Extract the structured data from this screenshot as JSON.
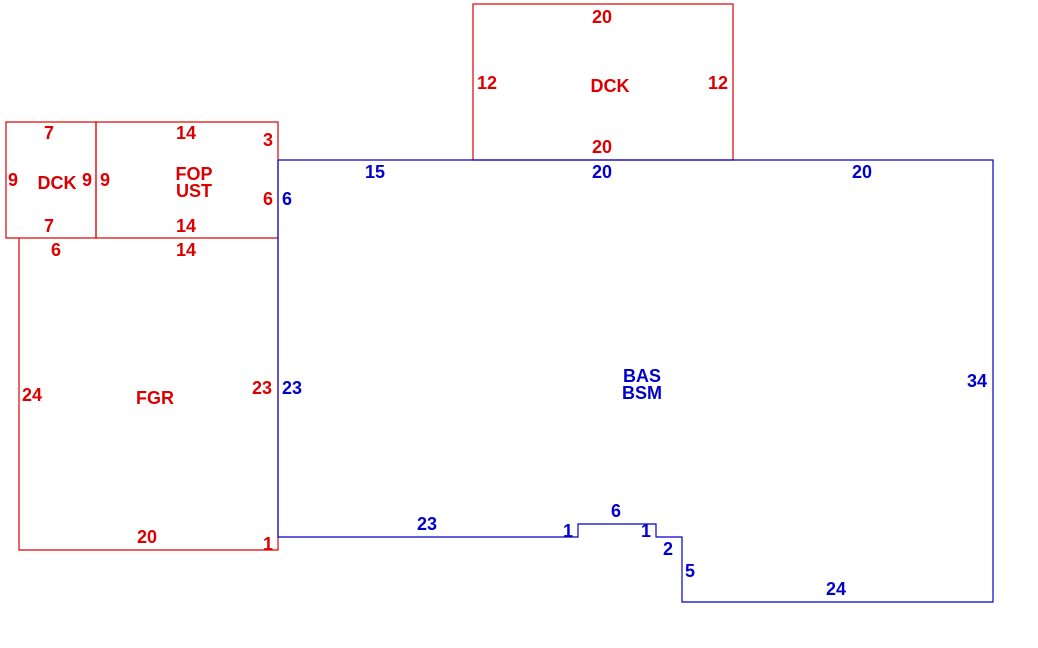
{
  "colors": {
    "garage_red": "#dd0000",
    "house_blue": "#0000cc",
    "background": "#ffffff"
  },
  "areas": {
    "dck_top": {
      "code": "DCK"
    },
    "dck_left": {
      "code": "DCK"
    },
    "fop": {
      "code_1": "FOP",
      "code_2": "UST"
    },
    "fgr": {
      "code": "FGR"
    },
    "bas": {
      "code_1": "BAS",
      "code_2": "BSM"
    }
  },
  "dimensions": {
    "dck_top_top": "20",
    "dck_top_left": "12",
    "dck_top_right": "12",
    "dck_top_bottom": "20",
    "dck_left_top": "7",
    "dck_left_left": "9",
    "dck_left_right": "9",
    "dck_left_bottom": "7",
    "fop_top": "14",
    "fop_left": "9",
    "fop_right_upper": "3",
    "fop_right_lower": "6",
    "fop_bottom": "14",
    "fgr_top_left": "6",
    "fgr_top": "14",
    "fgr_left": "24",
    "fgr_right": "23",
    "fgr_bottom": "20",
    "fgr_bottom_right": "1",
    "bas_top_left": "15",
    "bas_top_mid": "20",
    "bas_top_right": "20",
    "bas_left_upper": "6",
    "bas_left": "23",
    "bas_right": "34",
    "bas_bottom_left": "23",
    "bas_notch_left": "1",
    "bas_notch_top": "6",
    "bas_notch_right": "1",
    "bas_step_2": "2",
    "bas_step_5": "5",
    "bas_bottom_right": "24"
  }
}
